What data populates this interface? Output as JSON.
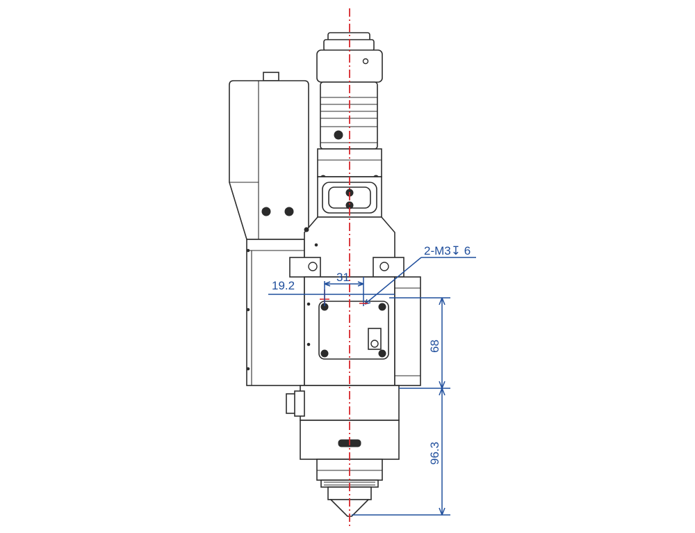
{
  "colors": {
    "outline": "#2b2b2b",
    "dimension": "#1f4e9c",
    "centerline": "#d6262b",
    "background": "#ffffff"
  },
  "dimensions": {
    "offset_19_2": "19.2",
    "spacing_31": "31",
    "height_68": "68",
    "height_96_3": "96.3"
  },
  "callout": {
    "thread_spec": "2-M3↧ 6"
  }
}
